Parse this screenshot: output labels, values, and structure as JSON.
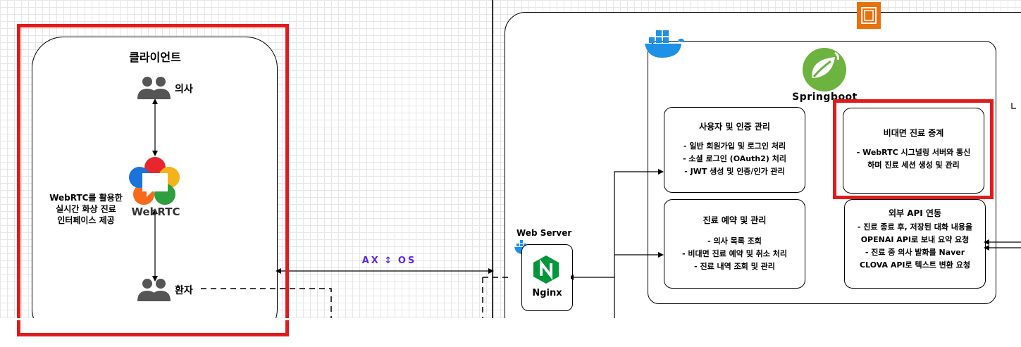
{
  "client": {
    "title": "클라이언트",
    "doctor_label": "의사",
    "patient_label": "환자",
    "webrtc_logo_text": "WebRTC",
    "webrtc_desc": [
      "WebRTC를 활용한",
      "실시간 화상 진료",
      "인터페이스 제공"
    ]
  },
  "connector": {
    "axios_logo_text": "AX ↕ OS"
  },
  "web_server": {
    "title": "Web Server",
    "nginx_label": "Nginx"
  },
  "spring": {
    "title": "Springboot",
    "boxes": [
      {
        "title": "사용자 및 인증 관리",
        "lines": [
          "- 일반 회원가입 및 로그인 처리",
          "- 소셜 로그인 (OAuth2) 처리",
          "- JWT 생성 및 인증/인가 관리"
        ]
      },
      {
        "title": "비대면 진료 중계",
        "lines": [
          "- WebRTC 시그널링 서버와 통신",
          "하며 진료 세션 생성 및 관리"
        ]
      },
      {
        "title": "진료 예약 및 관리",
        "lines": [
          "- 의사 목록 조회",
          "- 비대면 진료 예약 및 취소 처리",
          "- 진료 내역 조회 및 관리"
        ]
      },
      {
        "title": "외부 API 연동",
        "lines": [
          "- 진료 종료 후, 저장된 대화 내용을",
          "OPENAI API로 보내 요약 요청",
          "- 진료 중 의사 발화를 Naver",
          "CLOVA API로 텍스트 변환 요청"
        ]
      }
    ]
  },
  "colors": {
    "highlight": "#e01b1b",
    "docker": "#1d91e6",
    "spring": "#6db33f",
    "nginx": "#009639",
    "aws": "#e8710a",
    "axios": "#5a29e4"
  },
  "icons": [
    "people-icon",
    "webrtc-logo",
    "docker-icon",
    "spring-logo",
    "nginx-logo",
    "aws-ec2-icon"
  ]
}
